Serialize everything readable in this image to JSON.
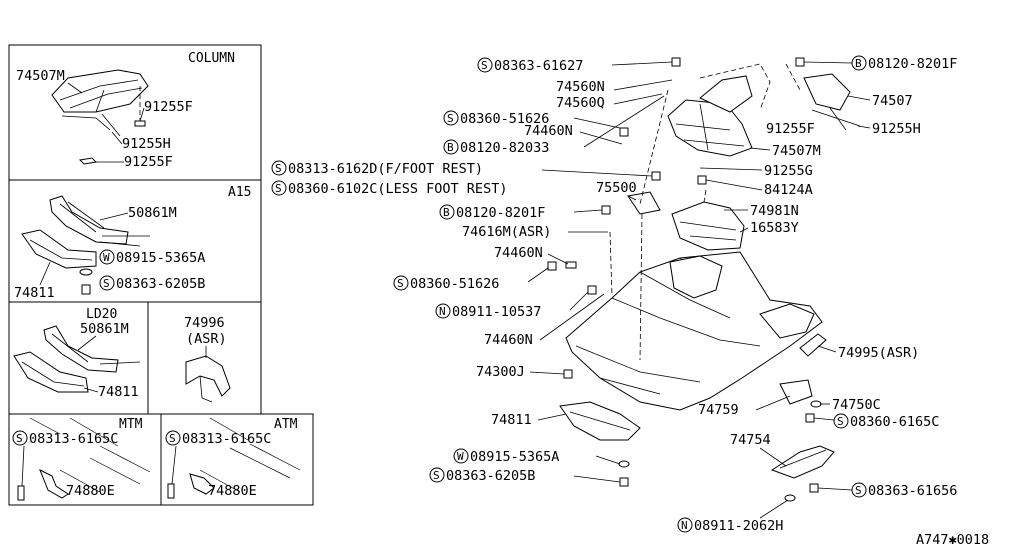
{
  "panels": {
    "column": "COLUMN",
    "a15": "A15",
    "ld20": "LD20",
    "asr_label": "(ASR)",
    "mtm": "MTM",
    "atm": "ATM"
  },
  "callouts": {
    "c_74507M_col": "74507M",
    "c_91255F_col_a": "91255F",
    "c_91255H_col": "91255H",
    "c_91255F_col_b": "91255F",
    "c_50861M_a15": "50861M",
    "c_08915_a15": "08915-5365A",
    "c_08363_a15": "08363-6205B",
    "c_74811_a15": "74811",
    "c_50861M_ld": "50861M",
    "c_74811_ld": "74811",
    "c_74996": "74996",
    "c_08313_mtm": "08313-6165C",
    "c_74880E_mtm": "74880E",
    "c_08313_atm": "08313-6165C",
    "c_74880E_atm": "74880E",
    "m_08363_61627": "08363-61627",
    "m_74560N": "74560N",
    "m_74560Q": "74560Q",
    "m_08360_51626_a": "08360-51626",
    "m_74460N_a": "74460N",
    "m_08120_82033": "08120-82033",
    "m_08313_6162D": "08313-6162D(F/FOOT REST)",
    "m_08360_6102C": "08360-6102C(LESS FOOT REST)",
    "m_75500": "75500",
    "m_08120_8201F_a": "08120-8201F",
    "m_74616M": "74616M(ASR)",
    "m_74460N_b": "74460N",
    "m_08360_51626_b": "08360-51626",
    "m_08911_10537": "08911-10537",
    "m_74460N_c": "74460N",
    "m_74300J": "74300J",
    "m_74811": "74811",
    "m_08915_5365A": "08915-5365A",
    "m_08363_6205B": "08363-6205B",
    "m_08911_2062H": "08911-2062H",
    "m_08120_8201F_b": "08120-8201F",
    "m_74507": "74507",
    "m_91255F": "91255F",
    "m_91255H": "91255H",
    "m_74507M": "74507M",
    "m_91255G": "91255G",
    "m_84124A": "84124A",
    "m_74981N": "74981N",
    "m_16583Y": "16583Y",
    "m_74995": "74995(ASR)",
    "m_74750C": "74750C",
    "m_74759": "74759",
    "m_08360_6165C": "08360-6165C",
    "m_74754": "74754",
    "m_08363_61656": "08363-61656"
  },
  "prefix_letters": {
    "s": "S",
    "b": "B",
    "w": "W",
    "n": "N"
  },
  "figure_code": "A747✱0018"
}
